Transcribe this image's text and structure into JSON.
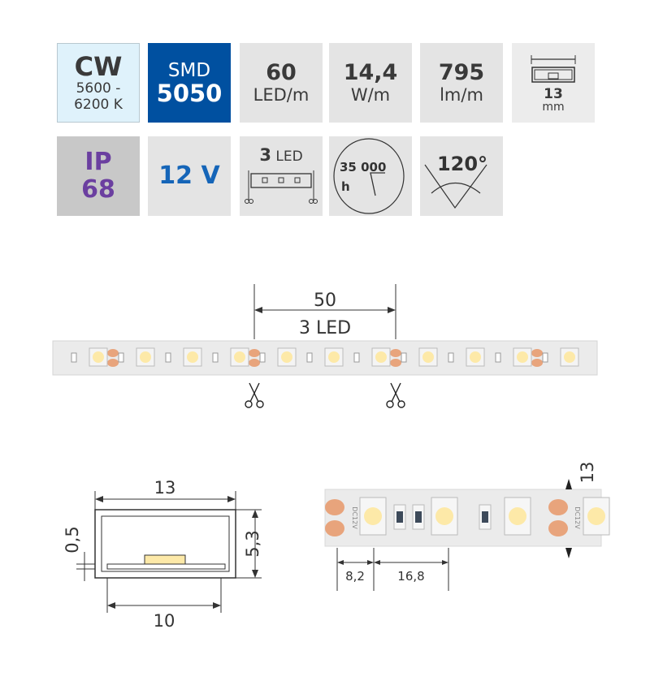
{
  "tiles": {
    "color": {
      "code": "CW",
      "range1": "5600 -",
      "range2": "6200 K"
    },
    "chip": {
      "type": "SMD",
      "model": "5050"
    },
    "density": {
      "value": "60",
      "unit": "LED/m"
    },
    "power": {
      "value": "14,4",
      "unit": "W/m"
    },
    "flux": {
      "value": "795",
      "unit": "lm/m"
    },
    "width": {
      "value": "13",
      "unit": "mm"
    },
    "ip": {
      "label": "IP",
      "value": "68"
    },
    "voltage": {
      "value": "12 V"
    },
    "cut": {
      "value": "3",
      "unit": "LED"
    },
    "life": {
      "value": "35 000",
      "unit": "h"
    },
    "angle": {
      "value": "120°"
    }
  },
  "strip_diagram": {
    "segment_length": "50",
    "segment_leds": "3 LED"
  },
  "profile": {
    "width": "13",
    "inner_width": "10",
    "height": "5,3",
    "wall": "0,5"
  },
  "detail": {
    "width": "13",
    "pitch1": "8,2",
    "pitch2": "16,8",
    "pcb_label": "DC12V"
  },
  "colors": {
    "chip_blue": "#0050a0",
    "ip_purple": "#6b3fa0",
    "voltage_blue": "#1565b8",
    "cw_bg": "#dff2fb",
    "pad": "#e8a47c",
    "led": "#fde9a8"
  }
}
